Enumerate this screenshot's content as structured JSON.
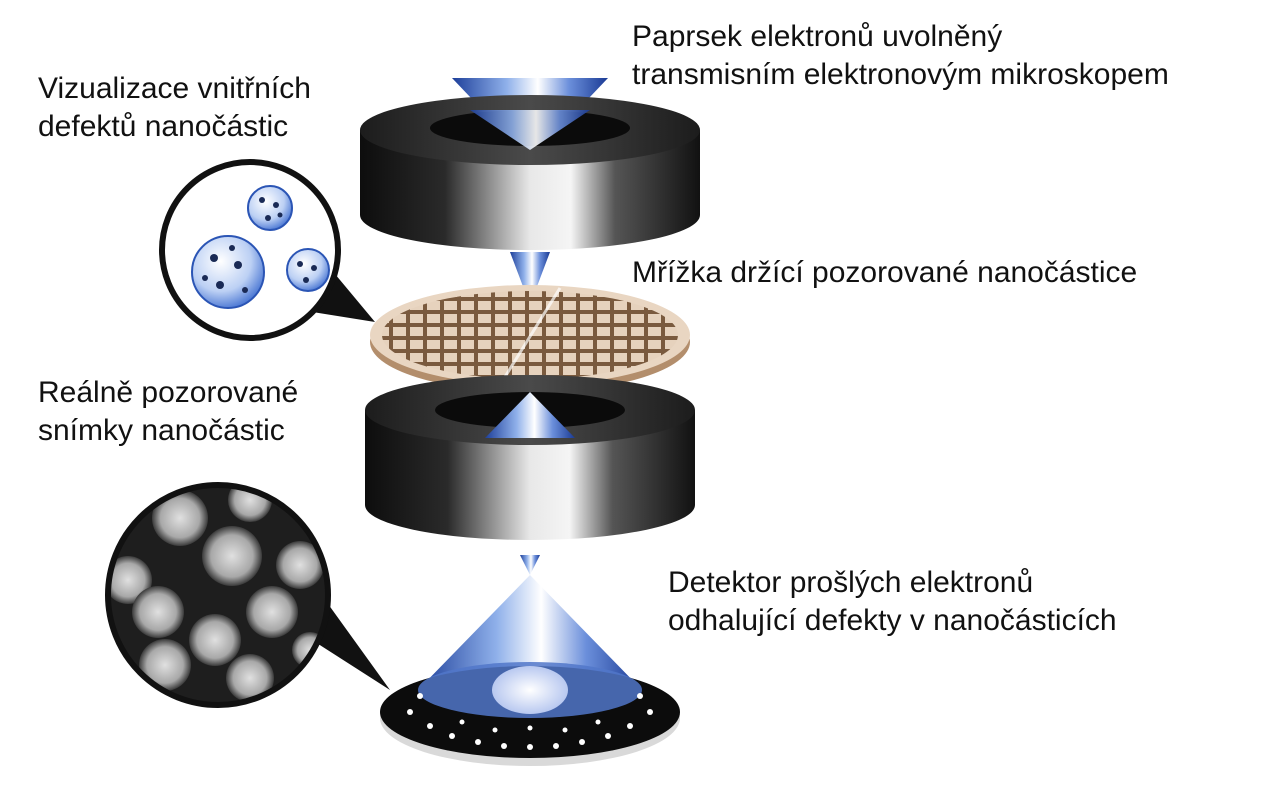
{
  "labels": {
    "beam": {
      "line1": "Paprsek elektronů uvolněný",
      "line2": "transmisním elektronovým mikroskopem"
    },
    "defects": {
      "line1": "Vizualizace vnitřních",
      "line2": "defektů nanočástic"
    },
    "grid": {
      "line1": "Mřížka držící pozorované nanočástice"
    },
    "real_images": {
      "line1": "Reálně pozorované",
      "line2": "snímky nanočástic"
    },
    "detector": {
      "line1": "Detektor prošlých elektronů",
      "line2": "odhalující defekty v nanočásticích"
    }
  },
  "colors": {
    "beam": "#3b6fd4",
    "lens_dark": "#1a1a1a",
    "lens_light": "#d9d9d9",
    "grid": "#c9a98a",
    "detector": "#0c0c0c"
  }
}
